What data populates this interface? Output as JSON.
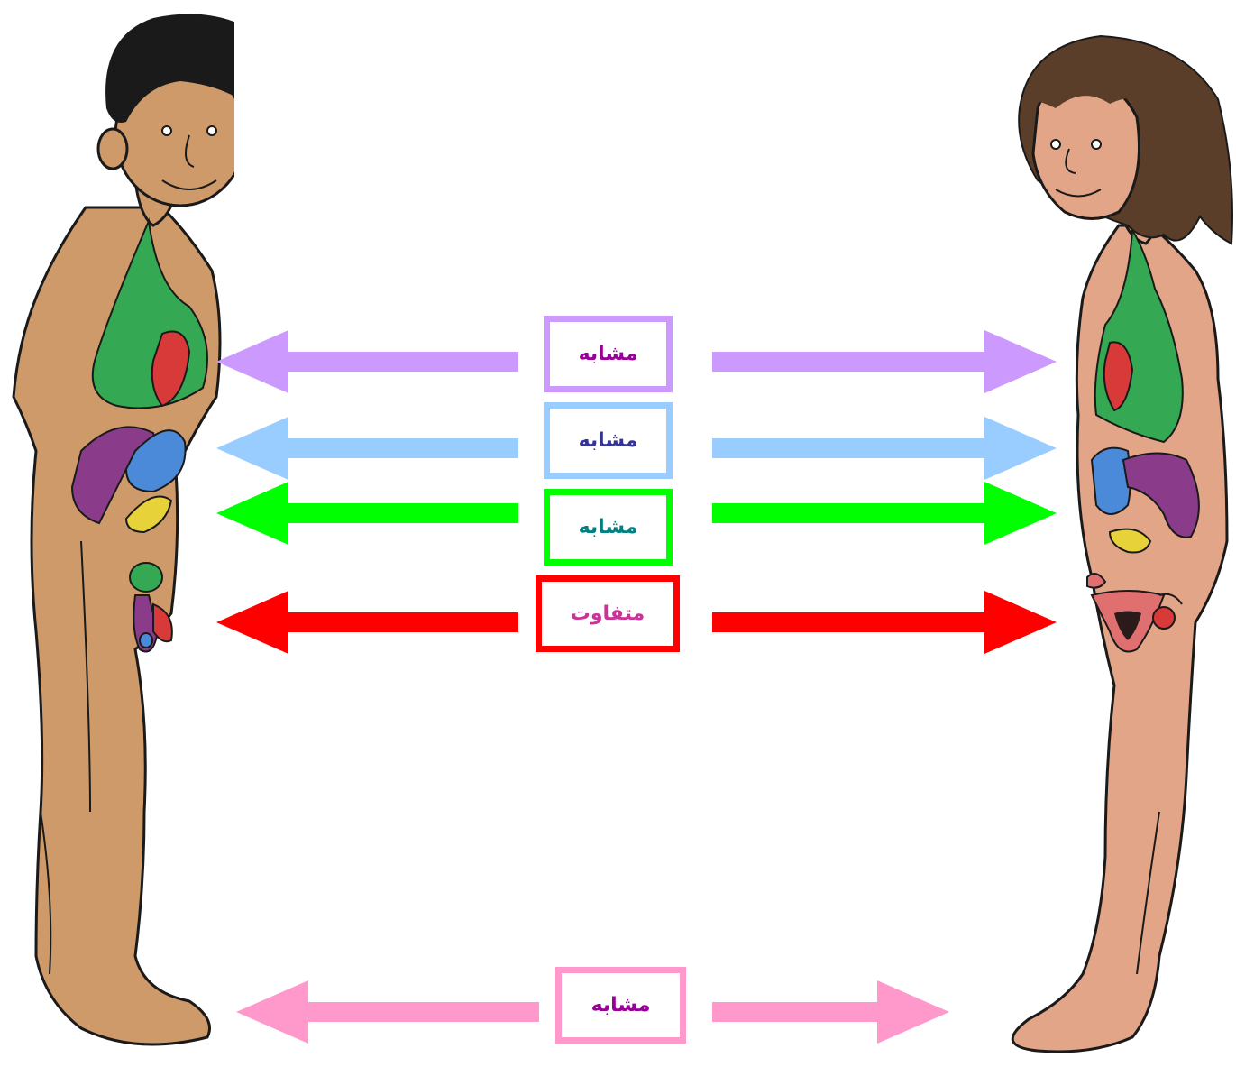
{
  "rows": [
    {
      "id": "lungs-heart",
      "label": "مشابه",
      "arrow_color": "#cc99ff",
      "border_color": "#cc99ff",
      "text_color": "#990099"
    },
    {
      "id": "digestive",
      "label": "مشابه",
      "arrow_color": "#99ccff",
      "border_color": "#99ccff",
      "text_color": "#333399"
    },
    {
      "id": "kidney",
      "label": "مشابه",
      "arrow_color": "#00ff00",
      "border_color": "#00ff00",
      "text_color": "#008080"
    },
    {
      "id": "reproductive",
      "label": "متفاوت",
      "arrow_color": "#ff0000",
      "border_color": "#ff0000",
      "text_color": "#cc3399"
    },
    {
      "id": "feet",
      "label": "مشابه",
      "arrow_color": "#ff99cc",
      "border_color": "#ff99cc",
      "text_color": "#990099"
    }
  ],
  "figures": {
    "left": {
      "name": "boy-figure"
    },
    "right": {
      "name": "girl-figure"
    }
  }
}
